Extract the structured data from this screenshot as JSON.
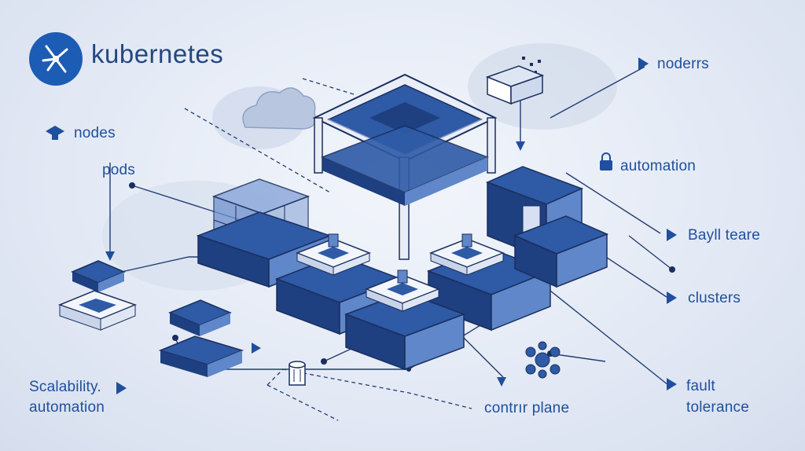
{
  "brand": {
    "name": "kubernetes",
    "logo_icon": "kubernetes-helm-icon",
    "accent_color": "#1d5cb5"
  },
  "labels": {
    "nodes_top_right": "noderrs",
    "nodes_left": "nodes",
    "pods": "pods",
    "automation": "automation",
    "bayll_teare": "Bayll teare",
    "clusters": "clusters",
    "fault_line1": "fault",
    "fault_line2": "tolerance",
    "scalability_line1": "Scalability.",
    "scalability_line2": "automation",
    "control_plane": "contrır plane"
  },
  "icons": {
    "cloud": "cloud-icon",
    "server_rack": "server-rack-icon",
    "network_hub": "network-hub-icon",
    "database": "database-icon",
    "lock": "lock-icon",
    "hat": "graduation-cap-icon"
  },
  "colors": {
    "block_top": "#2e5aa6",
    "block_side_light": "#5f87c9",
    "block_side_dark": "#1e3f80",
    "outline": "#1a2f5e",
    "line": "#223d70",
    "label": "#1f4f9e"
  }
}
